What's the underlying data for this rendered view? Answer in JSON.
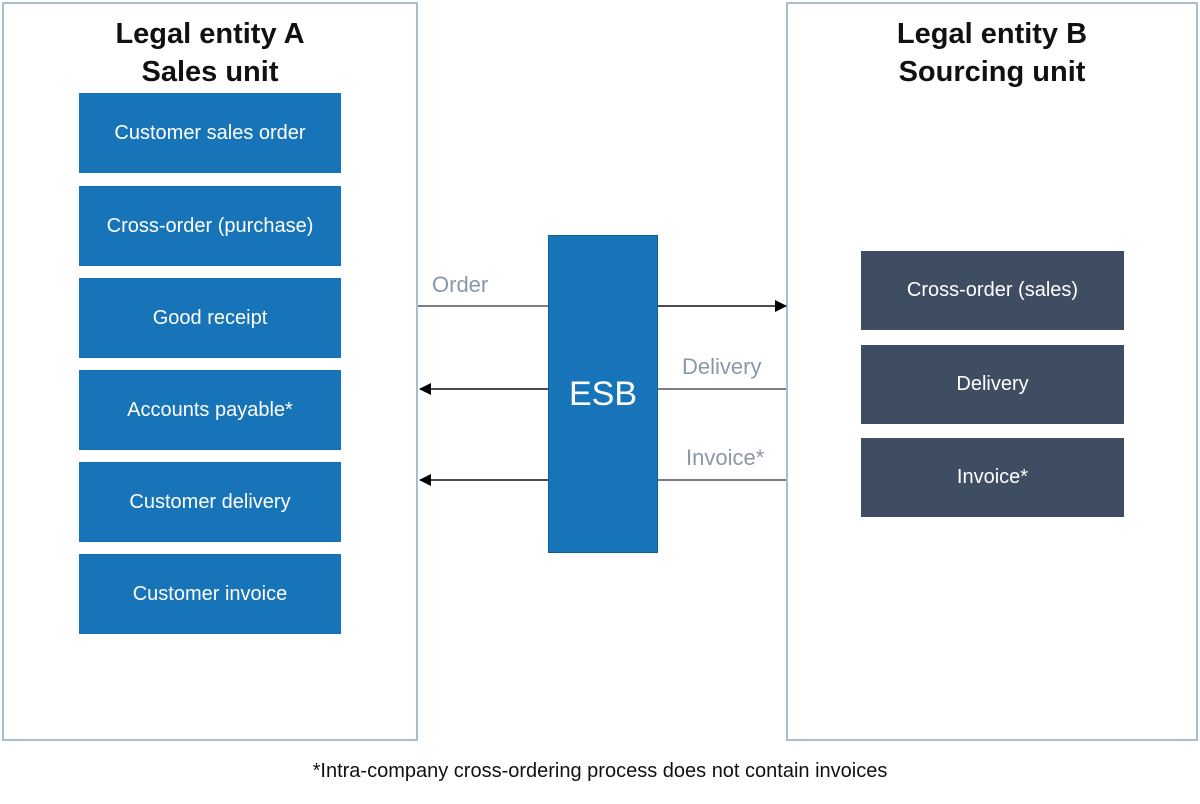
{
  "entity_a": {
    "title_line1": "Legal entity A",
    "title_line2": "Sales unit",
    "items": [
      "Customer sales order",
      "Cross-order (purchase)",
      "Good receipt",
      "Accounts payable*",
      "Customer delivery",
      "Customer invoice"
    ]
  },
  "entity_b": {
    "title_line1": "Legal entity B",
    "title_line2": "Sourcing unit",
    "items": [
      "Cross-order (sales)",
      "Delivery",
      "Invoice*"
    ]
  },
  "esb": {
    "label": "ESB"
  },
  "flows": {
    "order": "Order",
    "delivery": "Delivery",
    "invoice": "Invoice*"
  },
  "footnote": "*Intra-company cross-ordering process does not contain invoices",
  "colors": {
    "entity_a_box": "#1874b8",
    "entity_b_box": "#3f4d63",
    "esb": "#1874b8",
    "container_border": "#a9bfd0",
    "flow_label": "#8a97a8"
  }
}
